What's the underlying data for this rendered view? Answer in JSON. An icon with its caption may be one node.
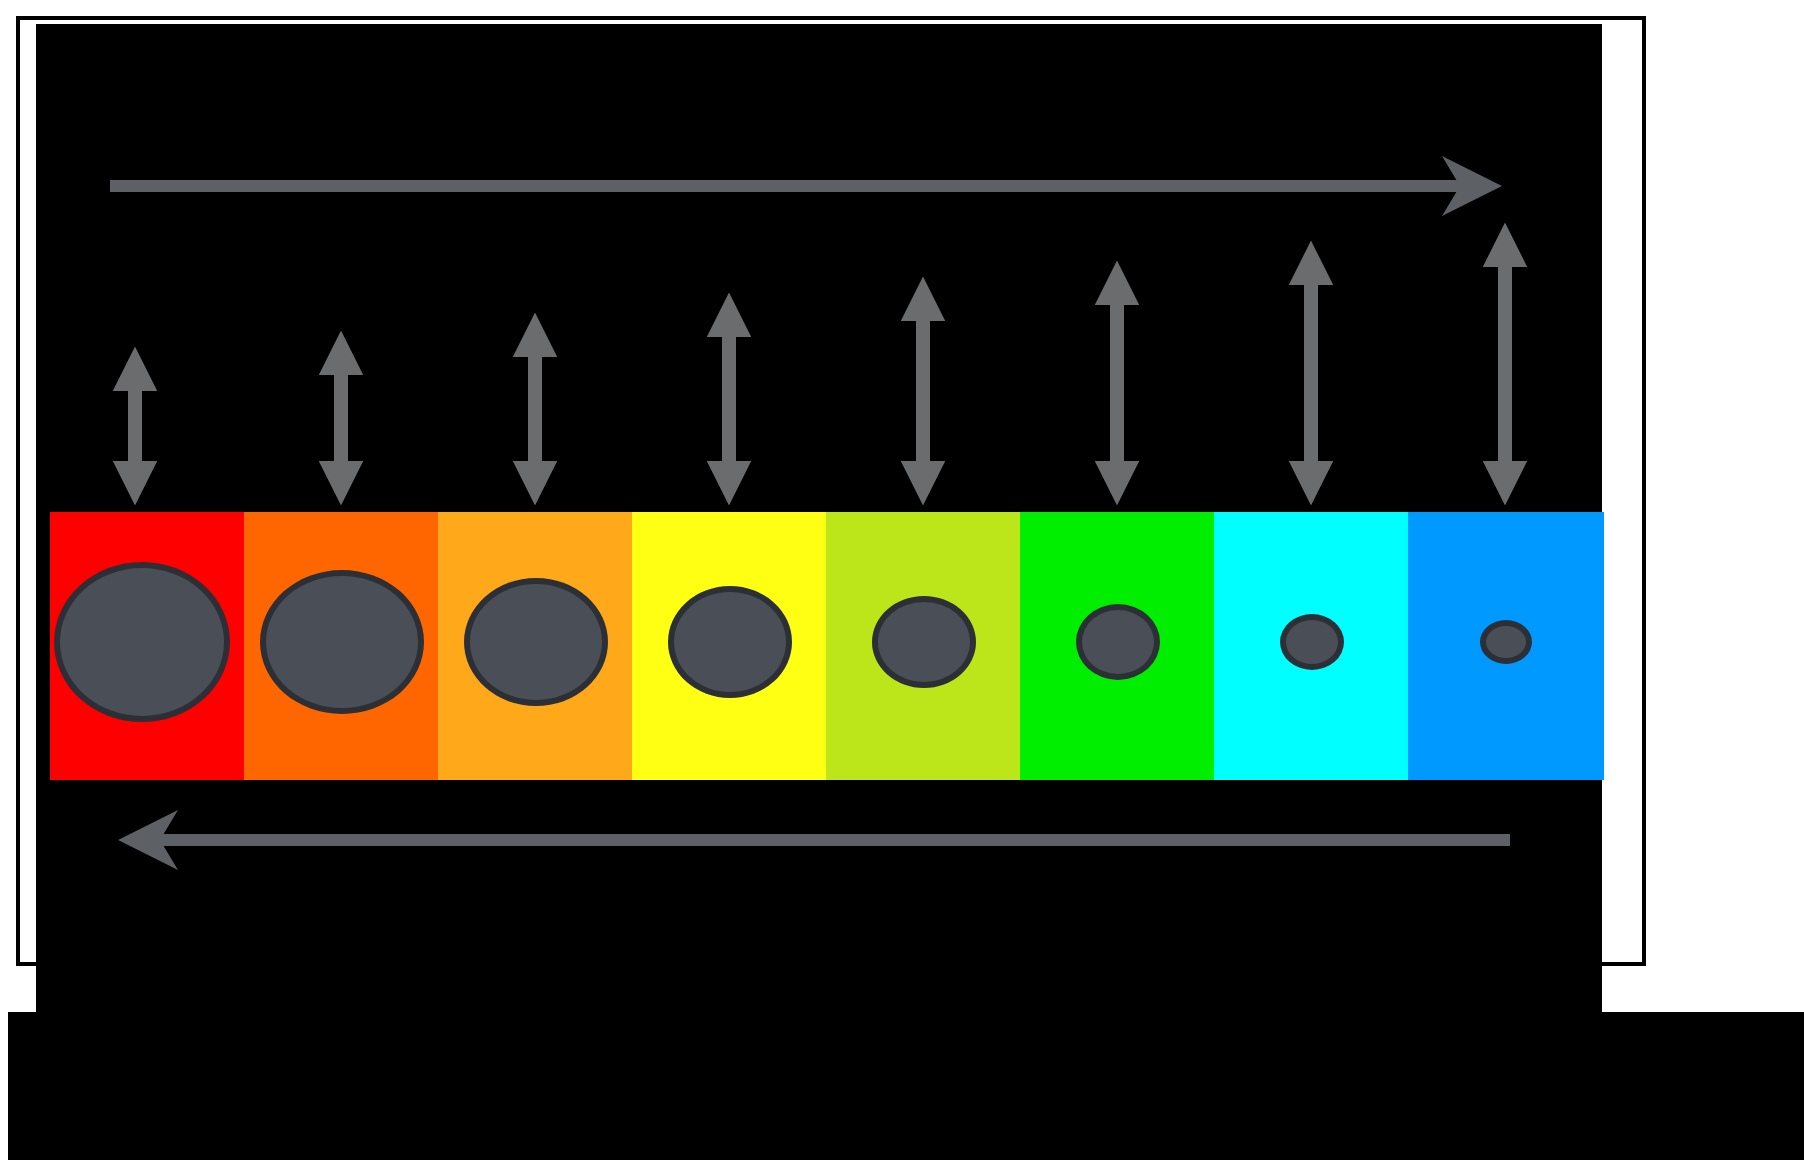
{
  "diagram": {
    "nodes": [
      {
        "text": [],
        "shape": "box"
      },
      {
        "text": [],
        "shape": "box"
      },
      {
        "text": [],
        "shape": "box"
      },
      {
        "text": [],
        "shape": "box"
      },
      {
        "text": [],
        "shape": "box"
      },
      {
        "text": [],
        "shape": "box"
      },
      {
        "text": [],
        "shape": "box"
      },
      {
        "text": [],
        "shape": "box"
      },
      {
        "text": [],
        "shape": "circle",
        "in": 0
      },
      {
        "text": [],
        "shape": "circle",
        "in": 1
      },
      {
        "text": [],
        "shape": "circle",
        "in": 2
      },
      {
        "text": [],
        "shape": "circle",
        "in": 3
      },
      {
        "text": [],
        "shape": "circle",
        "in": 4
      },
      {
        "text": [],
        "shape": "circle",
        "in": 5
      },
      {
        "text": [],
        "shape": "circle",
        "in": 6
      },
      {
        "text": [],
        "shape": "circle",
        "in": 7
      }
    ]
  }
}
